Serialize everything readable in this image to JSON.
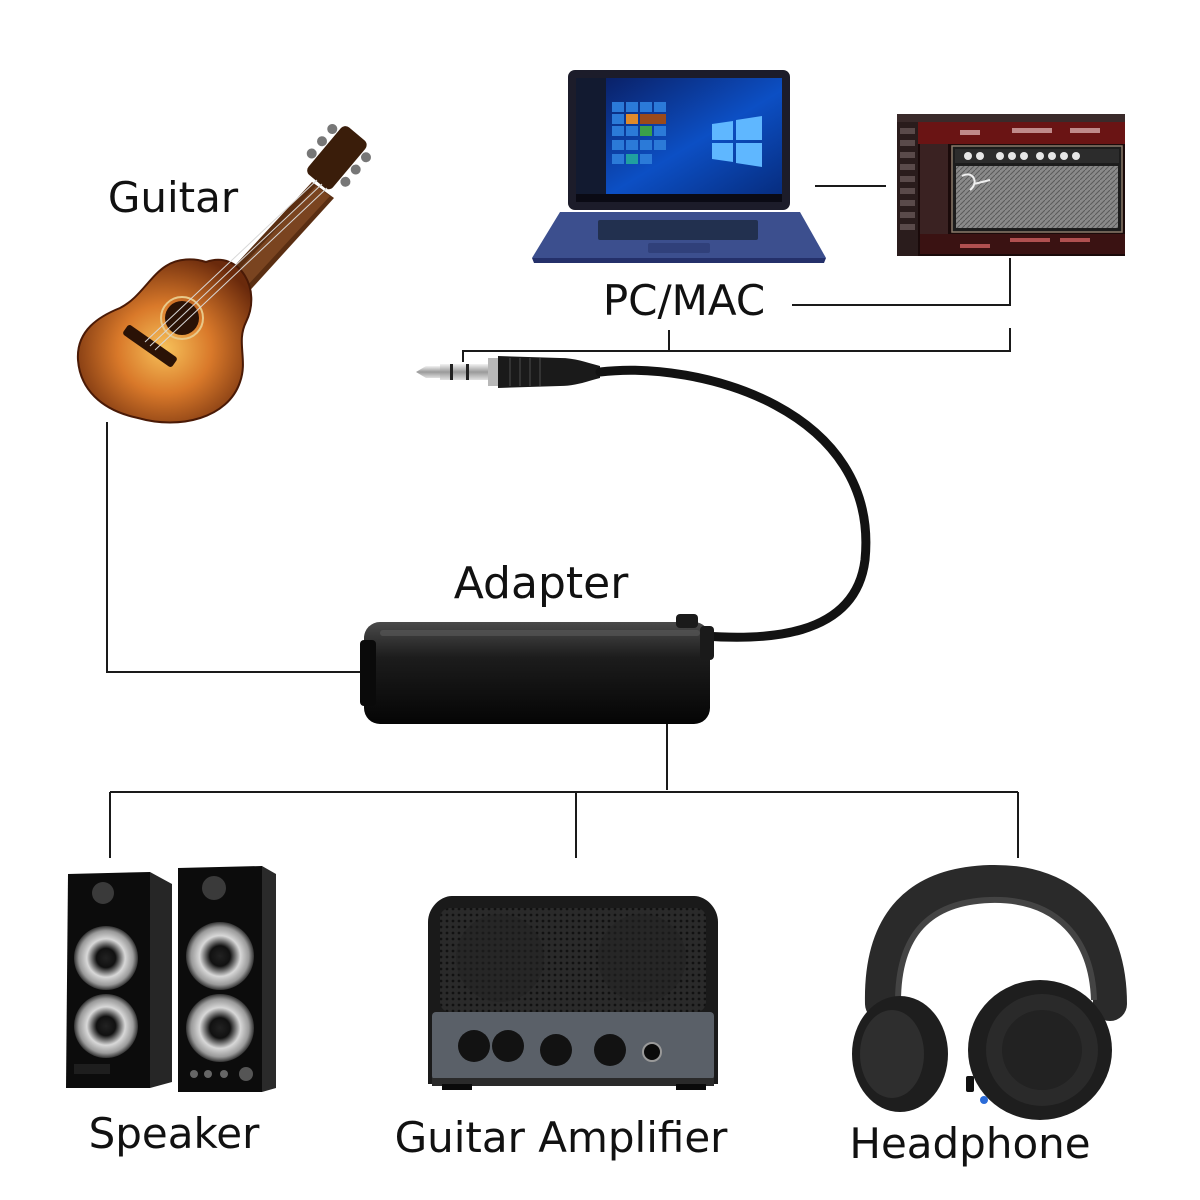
{
  "labels": {
    "guitar": "Guitar",
    "pc_mac": "PC/MAC",
    "adapter": "Adapter",
    "speaker": "Speaker",
    "amplifier": "Guitar Amplifier",
    "headphone": "Headphone"
  },
  "icons": {
    "guitar": "guitar-icon",
    "laptop": "laptop-icon",
    "amp_software": "amp-software-screen-icon",
    "plug": "audio-jack-plug-icon",
    "adapter": "interface-adapter-icon",
    "speaker": "speaker-pair-icon",
    "amplifier": "guitar-amplifier-icon",
    "headphone": "headphone-icon"
  },
  "colors": {
    "guitar_body": "#c4601c",
    "guitar_body_center": "#f4b04a",
    "laptop_body": "#3c4f8e",
    "windows_blue": "#0a64d8",
    "amp_ui_red": "#6a1414",
    "device_black": "#141414",
    "wire": "#1a1a1a"
  }
}
